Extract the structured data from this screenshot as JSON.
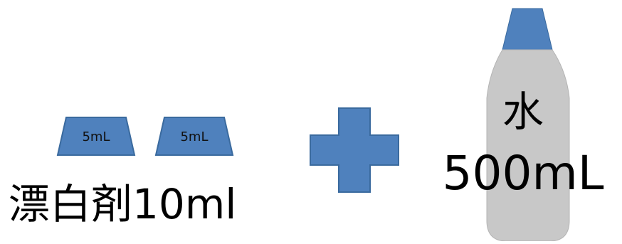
{
  "bleach": {
    "cup_label_1": "5mL",
    "cup_label_2": "5mL",
    "label": "漂白剤10ml"
  },
  "plus_icon": "plus-icon",
  "water": {
    "name": "水",
    "volume": "500mL"
  },
  "colors": {
    "blue_fill": "#4f81bd",
    "blue_stroke": "#3a6a9e",
    "bottle_body": "#c8c8c8",
    "bottle_cap": "#4f81bd"
  }
}
